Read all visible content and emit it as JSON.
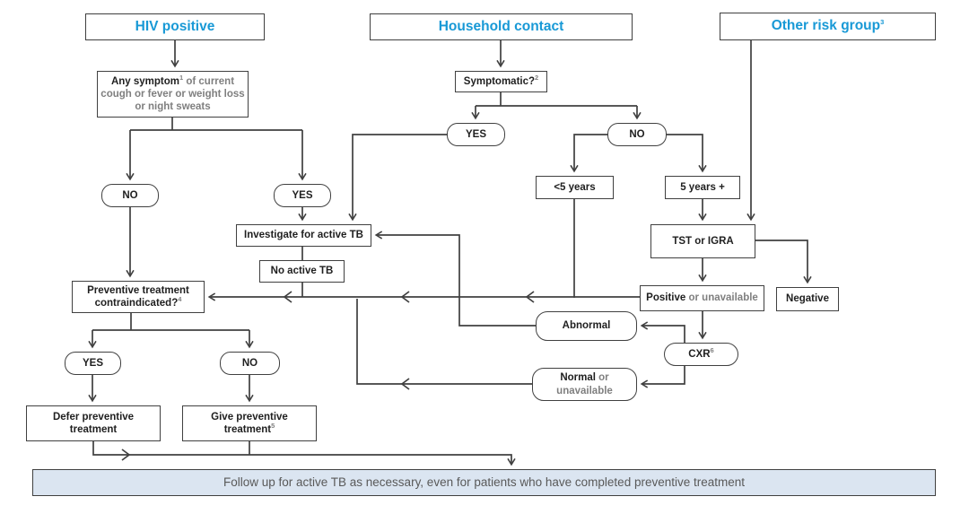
{
  "palette": {
    "accent_blue": "#1899d6",
    "line_color": "#404040",
    "secondary_text": "#7f7f7f",
    "footer_fill": "#dbe5f1",
    "footer_text": "#595959"
  },
  "headers": {
    "hiv": {
      "label": "HIV positive"
    },
    "household": {
      "label": "Household contact"
    },
    "other": {
      "label": "Other risk group",
      "sup": "3"
    }
  },
  "nodes": {
    "symptom": {
      "bold": "Any symptom",
      "sup": "1",
      "line1_rest": " of current",
      "line2": "cough or fever or weight loss",
      "line3": "or night sweats"
    },
    "hiv_no": {
      "label": "NO"
    },
    "hiv_yes": {
      "label": "YES"
    },
    "investigate": {
      "label": "Investigate for active TB"
    },
    "no_active_tb": {
      "label": "No active TB"
    },
    "symptomatic": {
      "label": "Symptomatic?",
      "sup": "2"
    },
    "hh_yes": {
      "label": "YES"
    },
    "hh_no": {
      "label": "NO"
    },
    "under5": {
      "label": "<5 years"
    },
    "over5": {
      "label": "5 years +"
    },
    "tst": {
      "label": "TST or IGRA"
    },
    "positive": {
      "bold": "Positive",
      "rest": " or unavailable"
    },
    "negative": {
      "label": "Negative"
    },
    "cxr": {
      "label": "CXR",
      "sup": "6"
    },
    "abnormal": {
      "label": "Abnormal"
    },
    "normal": {
      "bold": "Normal",
      "rest": " or",
      "line2": "unavailable"
    },
    "contraindicated": {
      "line1": "Preventive treatment",
      "line2": "contraindicated?",
      "sup": "4"
    },
    "contra_yes": {
      "label": "YES"
    },
    "contra_no": {
      "label": "NO"
    },
    "defer": {
      "line1": "Defer preventive",
      "line2": "treatment"
    },
    "give": {
      "line1": "Give preventive",
      "line2": "treatment",
      "sup": "5"
    }
  },
  "footer": {
    "label": "Follow up for active TB as necessary, even for patients who have completed preventive treatment"
  }
}
